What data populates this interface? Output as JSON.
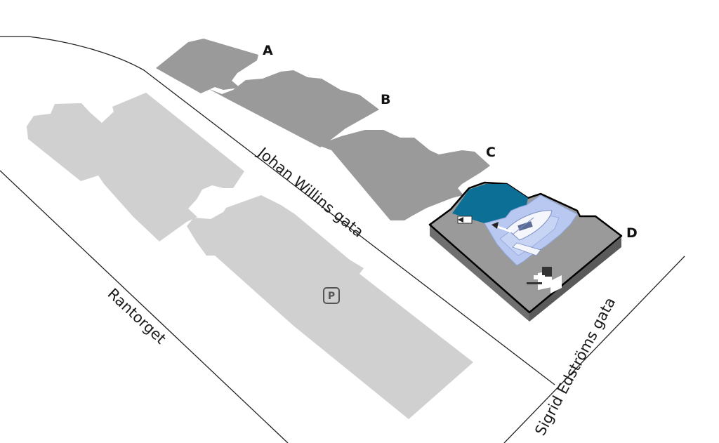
{
  "streets": {
    "johan_willins_gata": "Johan Willins gata",
    "rantorget": "Rantorget",
    "sigrid_edstroms_gata": "Sigrid Edströms gata"
  },
  "buildings": {
    "a": "A",
    "b": "B",
    "c": "C",
    "d": "D"
  },
  "parking": {
    "label": "P"
  },
  "colors": {
    "background": "#ffffff",
    "street_line": "#222222",
    "existing_building": "#9a9a9a",
    "parking_block": "#d0d0d0",
    "building_d_roof": "#9a9a9a",
    "building_d_side": "#6f6f6f",
    "courtyard_water": "#b8c8f0",
    "highlight_area": "#0b6f96"
  },
  "icons": {
    "parking": "parking-icon",
    "entrance": "entrance-arrow-icon",
    "boat": "boat-icon"
  }
}
